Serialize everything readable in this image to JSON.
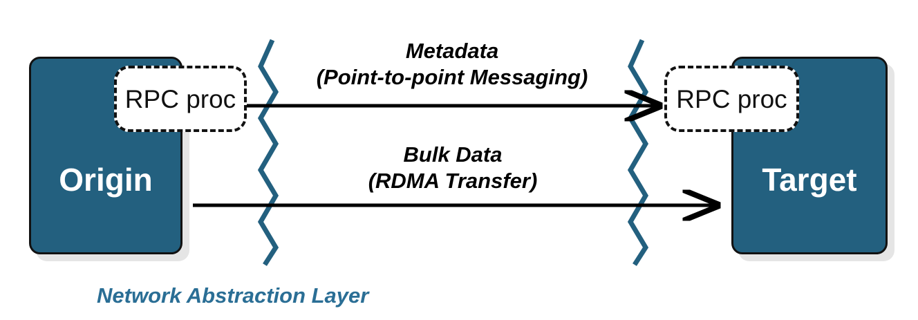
{
  "diagram": {
    "title": "Network Abstraction Layer RPC diagram",
    "caption": "Network Abstraction Layer",
    "colors": {
      "node_fill": "#23607F",
      "node_border": "#121212",
      "node_text": "#FFFFFF",
      "zigzag": "#23607F",
      "arrow": "#000000",
      "caption_text": "#2A6E95",
      "rpc_fill": "#FFFFFF",
      "rpc_border": "#121212",
      "background": "#FFFFFF"
    },
    "nodes": [
      {
        "id": "origin",
        "label": "Origin"
      },
      {
        "id": "target",
        "label": "Target"
      }
    ],
    "rpc_boxes": [
      {
        "id": "rpc-origin",
        "label": "RPC proc"
      },
      {
        "id": "rpc-target",
        "label": "RPC proc"
      }
    ],
    "channels": [
      {
        "id": "metadata",
        "line1": "Metadata",
        "line2": "(Point-to-point Messaging)",
        "direction": "origin-to-target",
        "arrowhead": "right"
      },
      {
        "id": "bulk",
        "line1": "Bulk Data",
        "line2": "(RDMA Transfer)",
        "direction": "origin-to-target",
        "arrowhead": "right"
      }
    ],
    "zigzags": [
      {
        "id": "left-boundary",
        "label": "network-boundary-zigzag"
      },
      {
        "id": "right-boundary",
        "label": "network-boundary-zigzag"
      }
    ]
  }
}
